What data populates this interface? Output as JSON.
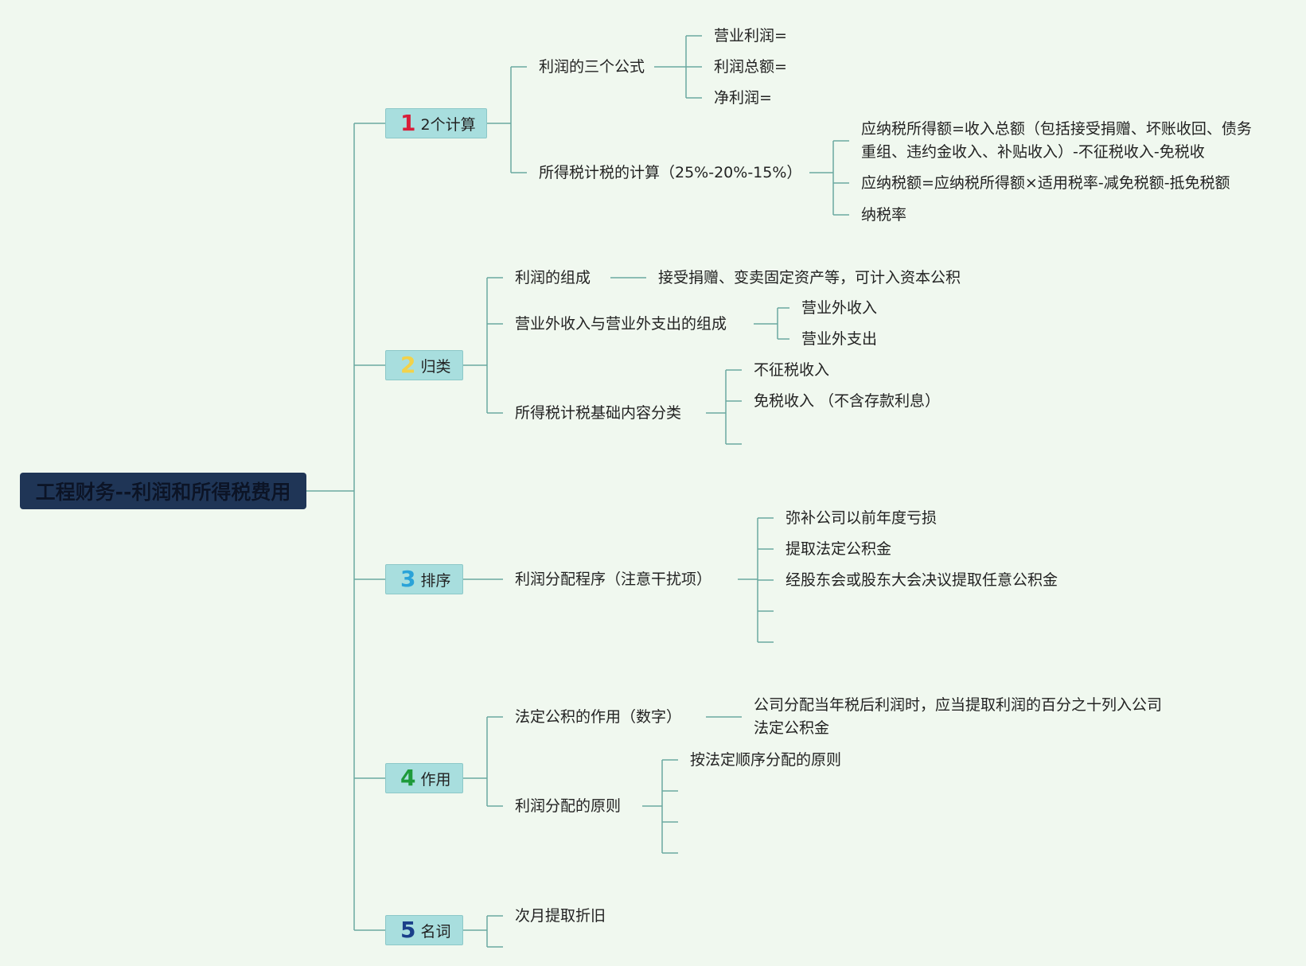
{
  "root": "工程财务--利润和所得税费用",
  "colors": {
    "background": "#f0f8ef",
    "line": "#6aa9a0",
    "root_fill": "#1f3556",
    "branch_fill": "#a8dede",
    "num1": "#d81e3a",
    "num2": "#f2d24a",
    "num3": "#2aa3d8",
    "num4": "#1e9a3a",
    "num5": "#1a3f8a"
  },
  "branches": [
    {
      "num": "1",
      "label": "2个计算",
      "children": [
        {
          "label": "利润的三个公式",
          "children": [
            "营业利润=",
            "利润总额=",
            "净利润="
          ]
        },
        {
          "label": "所得税计税的计算（25%-20%-15%）",
          "children": [
            "应纳税所得额=收入总额（包括接受捐赠、坏账收回、债务重组、违约金收入、补贴收入）-不征税收入-免税收",
            "应纳税额=应纳税所得额×适用税率-减免税额-抵免税额",
            "纳税率"
          ]
        }
      ]
    },
    {
      "num": "2",
      "label": "归类",
      "children": [
        {
          "label": "利润的组成",
          "children": [
            "接受捐赠、变卖固定资产等，可计入资本公积"
          ]
        },
        {
          "label": "营业外收入与营业外支出的组成",
          "children": [
            "营业外收入",
            "营业外支出"
          ]
        },
        {
          "label": "所得税计税基础内容分类",
          "children": [
            "不征税收入",
            "免税收入 （不含存款利息）",
            ""
          ]
        }
      ]
    },
    {
      "num": "3",
      "label": "排序",
      "children": [
        {
          "label": "利润分配程序（注意干扰项）",
          "children": [
            "弥补公司以前年度亏损",
            "提取法定公积金",
            "经股东会或股东大会决议提取任意公积金",
            "",
            ""
          ]
        }
      ]
    },
    {
      "num": "4",
      "label": "作用",
      "children": [
        {
          "label": "法定公积的作用（数字）",
          "children": [
            "公司分配当年税后利润时，应当提取利润的百分之十列入公司法定公积金"
          ]
        },
        {
          "label": "利润分配的原则",
          "children": [
            "按法定顺序分配的原则",
            "",
            "",
            ""
          ]
        }
      ]
    },
    {
      "num": "5",
      "label": "名词",
      "children": [
        {
          "label": "次月提取折旧",
          "children": []
        },
        {
          "label": "",
          "children": []
        }
      ]
    }
  ]
}
